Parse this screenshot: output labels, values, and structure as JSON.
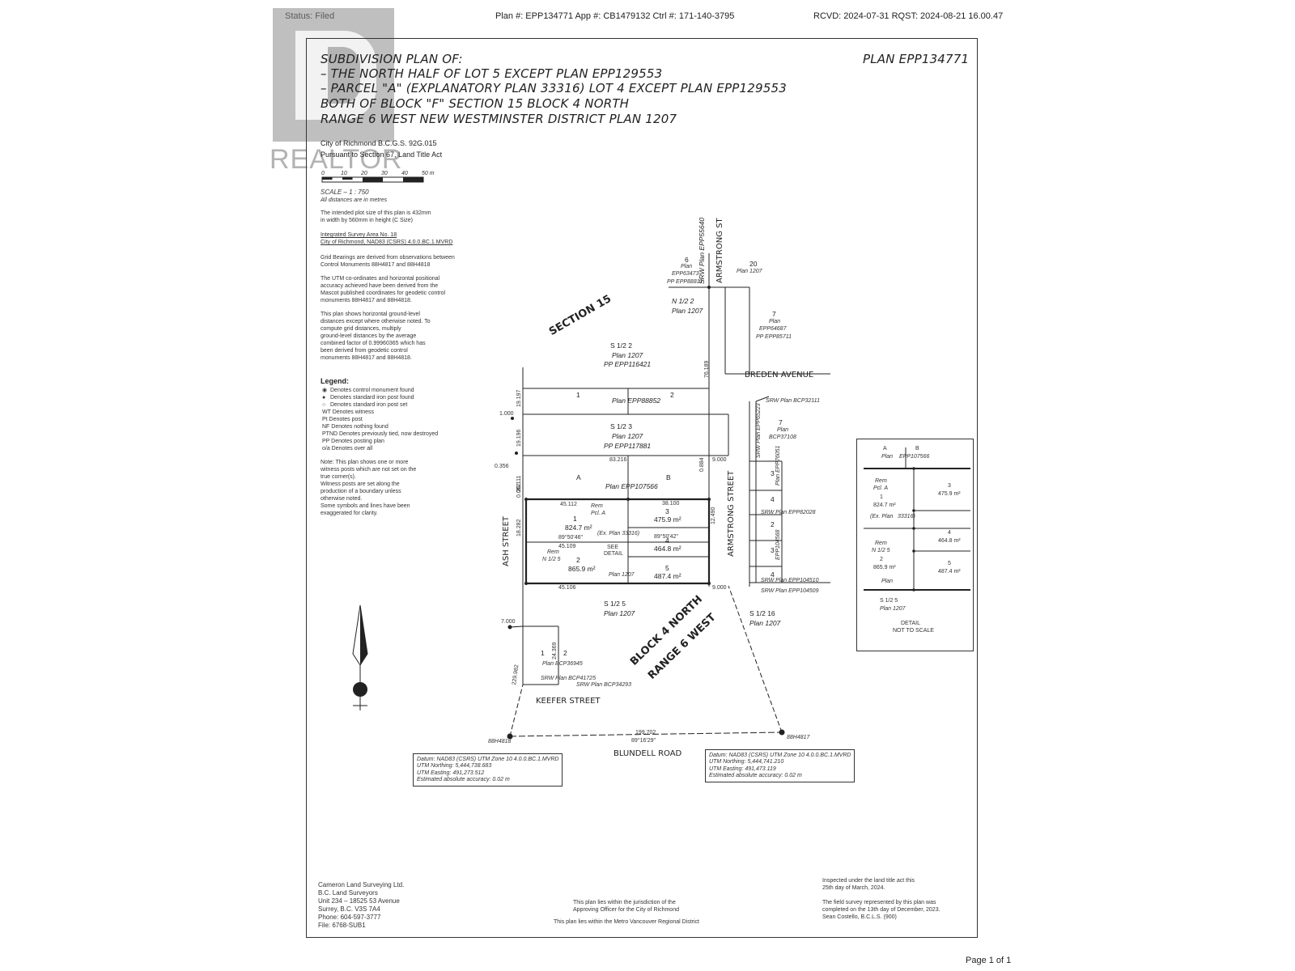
{
  "header": {
    "status": "Status: Filed",
    "plan_info": "Plan #: EPP134771 App #: CB1479132  Ctrl #: 171-140-3795",
    "received": "RCVD: 2024-07-31 RQST: 2024-08-21 16.00.47"
  },
  "footer": {
    "page": "Page 1 of 1"
  },
  "watermark": {
    "text": "REALTOR"
  },
  "title": {
    "lines": [
      "SUBDIVISION PLAN OF:",
      "– THE NORTH HALF OF LOT 5 EXCEPT PLAN EPP129553",
      "– PARCEL \"A\" (EXPLANATORY PLAN 33316) LOT 4 EXCEPT PLAN EPP129553",
      "BOTH OF BLOCK \"F\" SECTION 15 BLOCK 4 NORTH",
      "RANGE 6 WEST NEW WESTMINSTER DISTRICT PLAN 1207"
    ],
    "plan_number": "PLAN EPP134771"
  },
  "info": {
    "city": "City of Richmond   B.C.G.S. 92G.015",
    "pursuant": "Pursuant to Section 67, Land Title Act",
    "scale_ticks": [
      "0",
      "10",
      "20",
      "30",
      "40",
      "50 m"
    ],
    "scale": "SCALE – 1 : 750",
    "distances": "All distances are in metres",
    "plot_size": [
      "The intended plot size of this plan is 432mm",
      "in width by 560mm in height (C Size)"
    ],
    "survey_area": "Integrated Survey Area No. 18",
    "datum_line": "City of Richmond, NAD83 (CSRS) 4.0.0.BC.1.MVRD",
    "bearings": [
      "Grid Bearings are derived from observations between",
      "Control Monuments 88H4817 and 88H4818"
    ],
    "utm": [
      "The UTM co-ordinates and horizontal positional",
      "accuracy achieved have been derived from the",
      "Mascot published coordinates for geodetic control",
      "monuments 88H4817 and 88H4818."
    ],
    "ground": [
      "This plan shows horizontal ground-level",
      "distances except where otherwise noted. To",
      "compute grid distances, multiply",
      "ground-level distances by the average",
      "combined factor of 0.99960365 which has",
      "been derived from geodetic control",
      "monuments 88H4817 and 88H4818."
    ]
  },
  "legend": {
    "title": "Legend:",
    "items": [
      "Denotes control monument found",
      "Denotes standard iron post found",
      "Denotes standard iron post set",
      "WT Denotes witness",
      "Pt  Denotes post",
      "NF Denotes nothing found",
      "PTND Denotes previously tied, now destroyed",
      "PP Denotes posting plan",
      "o/a Denotes over all"
    ],
    "note": [
      "Note: This plan shows one or more",
      "witness posts which are not set on the",
      "true corner(s).",
      "Witness posts are set along the",
      "production of a boundary unless",
      "otherwise noted.",
      "Some symbols and lines have been",
      "exaggerated for clarity."
    ]
  },
  "map_labels": {
    "section": "SECTION 15",
    "block": [
      "BLOCK 4 NORTH",
      "RANGE 6 WEST"
    ],
    "ash": "ASH STREET",
    "armstrong": "ARMSTRONG STREET",
    "armstrong_st": "ARMSTRONG ST",
    "breden": "BREDEN AVENUE",
    "keefer": "KEEFER STREET",
    "blundell": "BLUNDELL ROAD",
    "srw_top": "SRW Plan EPP55640",
    "s_half_2": [
      "S 1/2 2",
      "Plan 1207",
      "PP EPP116421"
    ],
    "s_half_3": [
      "S 1/2 3",
      "Plan 1207",
      "PP EPP117881"
    ],
    "s_half_5": [
      "S 1/2 5",
      "Plan 1207"
    ],
    "s_half_16": [
      "S 1/2 16",
      "Plan 1207"
    ],
    "n_half_2": [
      "N 1/2 2",
      "Plan 1207"
    ],
    "lot6": [
      "6",
      "Plan",
      "EPP63473",
      "PP EPP88811"
    ],
    "lot20": [
      "20",
      "Plan 1207"
    ],
    "lot7a": [
      "7",
      "Plan",
      "EPP64687",
      "PP EPP85711"
    ],
    "lot7b": [
      "7",
      "Plan",
      "BCP37108"
    ],
    "plan_epp88852": "Plan   EPP88852",
    "plan_epp107566": "Plan   EPP107566",
    "srw_bcp32111": "SRW Plan BCP32111",
    "srw_epp65223": "SRW Plan EPP65223",
    "plan_epp76051": "Plan EPP76051",
    "srw_epp82028": "SRW Plan EPP82028",
    "plan_epp104568": "EPP104568",
    "srw_epp104510": "SRW Plan EPP104510",
    "srw_epp104509": "SRW Plan EPP104509",
    "srw_bcp41725": "SRW Plan BCP41725",
    "srw_bcp34293": "SRW Plan BCP34293",
    "plan_bcp36945": "Plan BCP36945",
    "lot1_area": "824.7 m²",
    "lot2_area": "865.9 m²",
    "lot3_area": "475.9 m²",
    "lot4_area": "464.8 m²",
    "lot5_area": "487.4 m²",
    "rem_pcl_a": [
      "Rem",
      "Pcl. A"
    ],
    "rem_n_half_5": [
      "Rem",
      "N 1/2 5"
    ],
    "ex_plan": "(Ex. Plan 33316)",
    "see_detail": [
      "SEE",
      "DETAIL"
    ],
    "plan_1207": "Plan 1207",
    "dims": {
      "d45112": "45.112",
      "d38100": "38.100",
      "d45109": "45.109",
      "d45106": "45.106",
      "d83216": "83.216",
      "d9000": "9.000",
      "d199702": "199.702",
      "b891629": "89°16'29\"",
      "b895042": "89°50'42\"",
      "b895046": "89°50'46\"",
      "d229382": "229.982",
      "d19197": "19.197",
      "d19196": "19.196",
      "d20111": "20.111",
      "d18282": "18.282",
      "d12490": "12.490",
      "d24369": "24.369",
      "d7000": "7.000",
      "d0356": "0.356",
      "d1000": "1.000",
      "d0062": "0.062",
      "d0884": "0.884",
      "d76189": "76.189"
    },
    "mon_w": "88H4818",
    "mon_e": "88H4817"
  },
  "datum_w": [
    "Datum: NAD83 (CSRS) UTM Zone 10 4.0.0.BC.1.MVRD",
    "UTM Northing:      5,444,738.683",
    "UTM Easting:       491,273.512",
    "Estimated absolute accuracy: 0.02 m"
  ],
  "datum_e": [
    "Datum: NAD83 (CSRS) UTM Zone 10 4.0.0.BC.1.MVRD",
    "UTM Northing:      5,444,741.210",
    "UTM Easting:       491,473.119",
    "Estimated absolute accuracy: 0.02 m"
  ],
  "detail": {
    "top": [
      "A",
      "B",
      "Plan",
      "EPP107566"
    ],
    "lots": [
      "Rem",
      "Pcl. A",
      "1",
      "824.7 m²",
      "3",
      "475.9 m²",
      "(Ex. Plan",
      "33316)",
      "4",
      "464.8 m²",
      "Rem",
      "N 1/2 5",
      "2",
      "865.9 m²",
      "5",
      "487.4 m²",
      "Plan",
      "S 1/2 5",
      "Plan 1207"
    ],
    "caption": [
      "DETAIL",
      "NOT TO SCALE"
    ]
  },
  "surveyor": [
    "Cameron Land Surveying Ltd.",
    "B.C. Land Surveyors",
    "Unit 234 – 18525 53 Avenue",
    "Surrey, B.C.  V3S 7A4",
    "Phone: 604-597-3777",
    "File:  6768-SUB1"
  ],
  "jurisdiction": [
    "This plan lies within the jurisdiction of the",
    "Approving Officer for the City of Richmond",
    "This plan lies within the Metro Vancouver Regional District"
  ],
  "inspection": [
    "Inspected under the land title act this",
    "25th day of March, 2024.",
    "",
    "The field survey represented by this plan was",
    "completed on the 13th day of December, 2023.",
    "Sean Costello, B.C.L.S. (900)"
  ]
}
